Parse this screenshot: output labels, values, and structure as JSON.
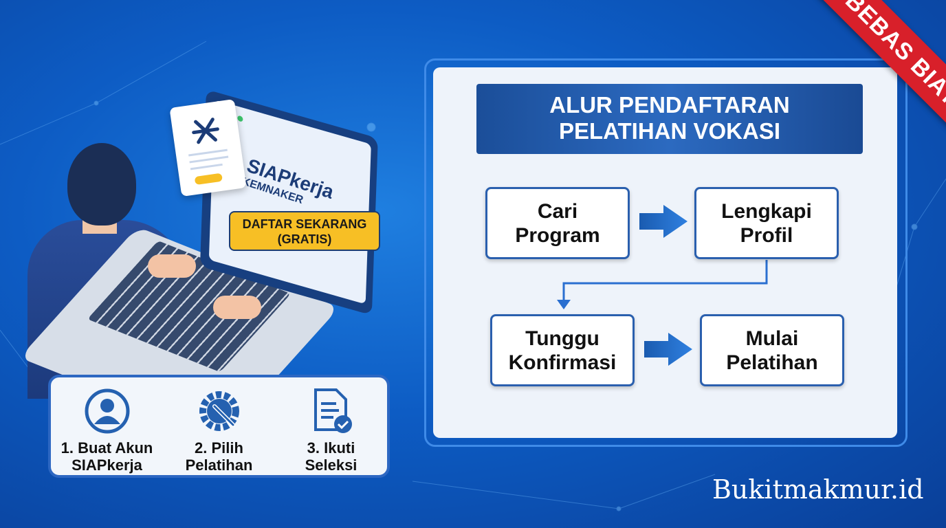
{
  "laptop": {
    "brand": "SIAPkerja",
    "sub": "KEMNAKER",
    "cta_line1": "DAFTAR SEKARANG",
    "cta_line2": "(GRATIS)"
  },
  "steps": [
    {
      "icon": "user-circle-icon",
      "line1": "1. Buat Akun",
      "line2": "SIAPkerja"
    },
    {
      "icon": "gear-wrench-icon",
      "line1": "2. Pilih",
      "line2": "Pelatihan"
    },
    {
      "icon": "document-check-icon",
      "line1": "3. Ikuti",
      "line2": "Seleksi"
    }
  ],
  "flow": {
    "title_line1": "ALUR PENDAFTARAN",
    "title_line2": "PELATIHAN VOKASI",
    "boxes": [
      {
        "line1": "Cari",
        "line2": "Program"
      },
      {
        "line1": "Lengkapi",
        "line2": "Profil"
      },
      {
        "line1": "Tunggu",
        "line2": "Konfirmasi"
      },
      {
        "line1": "Mulai",
        "line2": "Pelatihan"
      }
    ]
  },
  "ribbon": "BEBAS BIAYA",
  "brand": "Bukitmakmur.id",
  "colors": {
    "primary": "#0d5cc4",
    "box_border": "#2a5fae",
    "ribbon": "#d8202a",
    "cta": "#f7bf25"
  }
}
